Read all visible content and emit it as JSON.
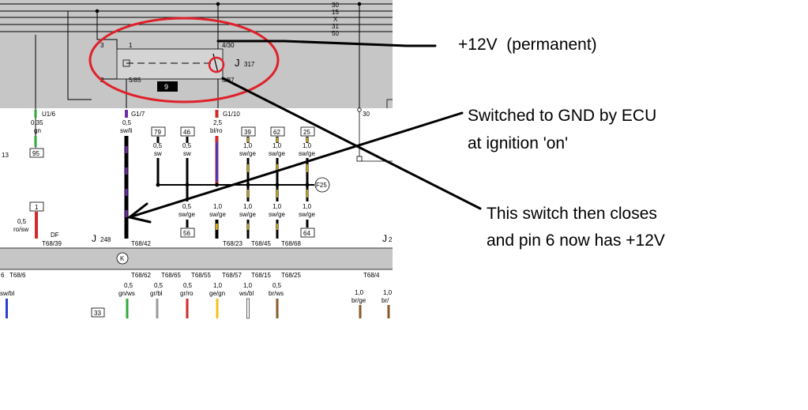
{
  "bus": {
    "labels": [
      "30",
      "15",
      "X",
      "31",
      "50"
    ],
    "right_terminal": "30"
  },
  "relay": {
    "id_prefix": "J",
    "id_number": "317",
    "pin_1": "1",
    "pin_2": "2",
    "pin_3": "3",
    "pin_4": "4/30",
    "pin_5": "5/85",
    "pin_6": "6/87",
    "position": "9"
  },
  "upper_wires": [
    {
      "pin": "U1/6",
      "size": "0,35",
      "color": "gn",
      "box": "95"
    },
    {
      "pin": "G1/7",
      "size": "0,5",
      "color": "sw/li"
    },
    {
      "pin": "G1/10",
      "size": "2,5",
      "color": "bl/ro"
    }
  ],
  "box_row_top": [
    "79",
    "46",
    "39",
    "62",
    "25"
  ],
  "box_row_top_wires": [
    {
      "size": "0,5",
      "color": "sw"
    },
    {
      "size": "0,5",
      "color": "sw"
    },
    {
      "size": "1,0",
      "color": "sw/ge"
    },
    {
      "size": "1,0",
      "color": "sw/ge"
    },
    {
      "size": "1,0",
      "color": "sw/ge"
    }
  ],
  "lower_mid_wires": [
    {
      "size": "0,5",
      "color": "sw/ge"
    },
    {
      "size": "1,0",
      "color": "sw/ge"
    },
    {
      "size": "1,0",
      "color": "sw/ge"
    },
    {
      "size": "1,0",
      "color": "sw/ge"
    },
    {
      "size": "1,0",
      "color": "sw/ge"
    }
  ],
  "lower_boxes": [
    "56",
    "64"
  ],
  "fuse_label": "F25",
  "left_wire": {
    "box": "1",
    "size": "0,5",
    "color": "ro/sw",
    "pin": "DF"
  },
  "left_number": "13",
  "ecu": {
    "id_prefix": "J",
    "id_number": "248",
    "right_prefix": "J",
    "right_number": "2",
    "pins": [
      "T68/39",
      "T68/42",
      "T68/23",
      "T68/45",
      "T68/68"
    ],
    "ground_symbol": "K"
  },
  "bottom_wires": [
    {
      "pin": "6",
      "size": "",
      "color": "sw/bl"
    },
    {
      "pin": "T68/6",
      "size": "",
      "color": ""
    },
    {
      "pin": "T68/62",
      "size": "0,5",
      "color": "gn/ws"
    },
    {
      "pin": "T68/65",
      "size": "0,5",
      "color": "gr/bl"
    },
    {
      "pin": "T68/55",
      "size": "0,5",
      "color": "gr/ro"
    },
    {
      "pin": "T68/57",
      "size": "1,0",
      "color": "ge/gn"
    },
    {
      "pin": "T68/15",
      "size": "1,0",
      "color": "ws/bl"
    },
    {
      "pin": "T68/25",
      "size": "0,5",
      "color": "br/ws"
    },
    {
      "pin": "T68/4",
      "size": "1,0",
      "color": "br/ge"
    },
    {
      "pin": "",
      "size": "1,0",
      "color": "br/"
    }
  ],
  "bottom_box": "33",
  "annotations": {
    "permanent": "+12V  (permanent)",
    "gnd_line1": "Switched to GND by ECU",
    "gnd_line2": "at ignition 'on'",
    "switch_line1": "This switch then closes",
    "switch_line2": "and pin 6 now has +12V"
  },
  "colors": {
    "panel": "#c6c6c6",
    "highlight": "#e0202a",
    "wire_purple": "#6a2fa0",
    "wire_blue": "#2b3fd1",
    "wire_red": "#d22a2a",
    "wire_yellow": "#f2c21a",
    "wire_green": "#2faa3a",
    "wire_brown": "#8a5a2b",
    "wire_grey": "#9a9a9a",
    "ink": "#000000"
  }
}
